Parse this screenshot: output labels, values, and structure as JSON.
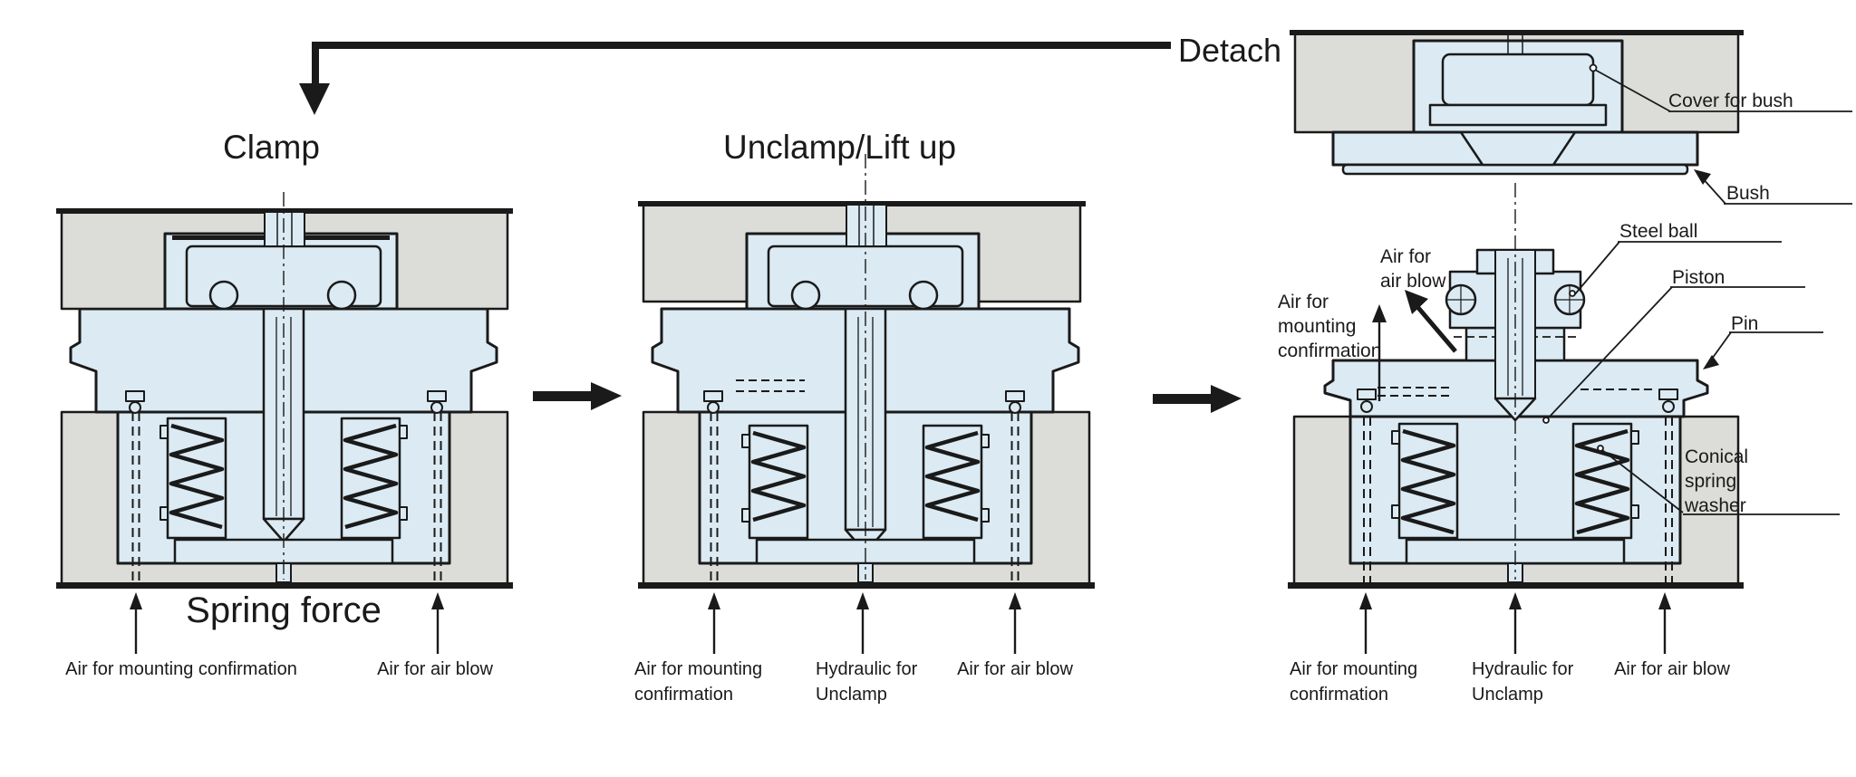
{
  "colors": {
    "background": "#ffffff",
    "plate_gray": "#dcdcd9",
    "part_blue": "#dbeaf3",
    "line_black": "#1a1a1a"
  },
  "flow": {
    "detach_label": "Detach"
  },
  "stage1": {
    "title": "Clamp",
    "spring_force": "Spring force",
    "port1": "Air for mounting confirmation",
    "port2": "Air for air blow"
  },
  "stage2": {
    "title": "Unclamp/Lift up",
    "port1a": "Air for mounting",
    "port1b": "confirmation",
    "port2a": "Hydraulic for",
    "port2b": "Unclamp",
    "port3": "Air for air blow"
  },
  "stage3": {
    "port1a": "Air for mounting",
    "port1b": "confirmation",
    "port2a": "Hydraulic for",
    "port2b": "Unclamp",
    "port3": "Air for air blow",
    "labels": {
      "cover_for_bush": "Cover for bush",
      "bush": "Bush",
      "steel_ball": "Steel ball",
      "piston": "Piston",
      "pin": "Pin",
      "conical1": "Conical",
      "conical2": "spring",
      "conical3": "washer",
      "airblow1": "Air for",
      "airblow2": "air blow",
      "mount1": "Air for",
      "mount2": "mounting",
      "mount3": "confirmation"
    }
  }
}
